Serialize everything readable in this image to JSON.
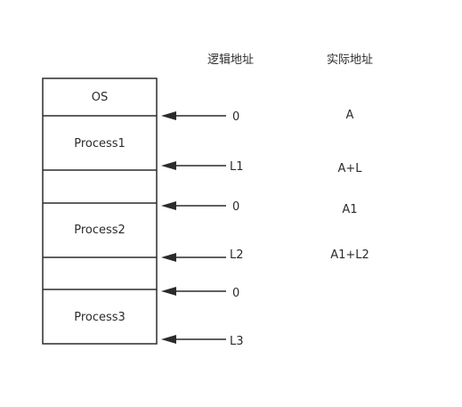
{
  "headers": {
    "logical": "逻辑地址",
    "physical": "实际地址"
  },
  "memory_blocks": [
    {
      "id": "os",
      "label": "OS"
    },
    {
      "id": "process1",
      "label": "Process1"
    },
    {
      "id": "gap1",
      "label": ""
    },
    {
      "id": "process2",
      "label": "Process2"
    },
    {
      "id": "gap2",
      "label": ""
    },
    {
      "id": "process3",
      "label": "Process3"
    }
  ],
  "address_rows": [
    {
      "logical": "0",
      "physical": "A"
    },
    {
      "logical": "L1",
      "physical": "A+L"
    },
    {
      "logical": "0",
      "physical": "A1"
    },
    {
      "logical": "L2",
      "physical": "A1+L2"
    },
    {
      "logical": "0",
      "physical": ""
    },
    {
      "logical": "L3",
      "physical": ""
    }
  ],
  "colors": {
    "stroke": "#2b2b2b",
    "text": "#2b2b2b",
    "background": "#ffffff"
  }
}
